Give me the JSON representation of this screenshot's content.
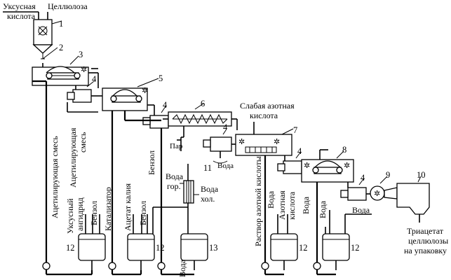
{
  "labels": {
    "acetic_acid": "Уксусная",
    "acetic_acid_2": "кислота",
    "cellulose": "Целлюлоза",
    "acetylating_mix_1": "Ацетилирующая смесь",
    "acetylating_mix_2a": "Ацетилирующая",
    "acetylating_mix_2b": "смесь",
    "steam": "Пар",
    "water_11": "Вода",
    "weak_nitric_1": "Слабая азотная",
    "weak_nitric_2": "кислота",
    "benzene_1": "Бензол",
    "water_hot": "Вода",
    "water_hot_2": "гор.",
    "water_cold": "Вода",
    "water_cold_2": "хол.",
    "acetic_anhydride_1": "Уксусный",
    "acetic_anhydride_2": "ангидрид",
    "benzene_2": "Бензол",
    "catalyst": "Катализатор",
    "potassium_acetate": "Ацетат калия",
    "benzene_3": "Бензол",
    "water_bottom": "Вода",
    "nitric_solution": "Раствор азотной кислоты",
    "water_12a": "Вода",
    "nitric_acid": "Азотная",
    "nitric_acid_2": "кислота",
    "water_12b": "Вода",
    "water_right": "Вода",
    "water_12c": "Вода",
    "product_1": "Триацетат",
    "product_2": "целлюлозы",
    "product_3": "на упаковку"
  },
  "numbers": {
    "n1": "1",
    "n2": "2",
    "n3": "3",
    "n4a": "4",
    "n5": "5",
    "n4b": "4",
    "n6": "6",
    "n4c": "4",
    "n7": "7",
    "n11": "11",
    "n8": "8",
    "n4d": "4",
    "n9": "9",
    "n10": "10",
    "n12a": "12",
    "n12b": "12",
    "n13": "13",
    "n12c": "12",
    "n12d": "12",
    "n4e": "4"
  }
}
